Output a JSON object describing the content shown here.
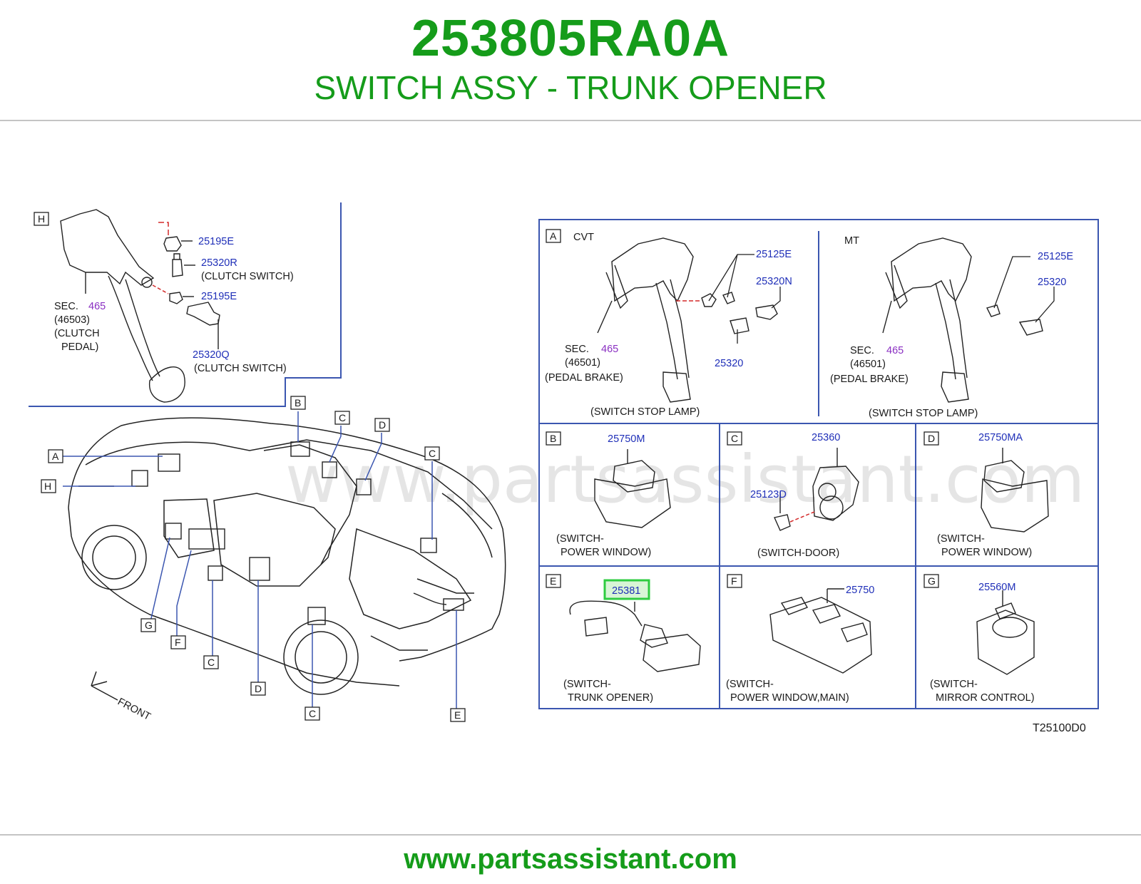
{
  "header": {
    "part_number": "253805RA0A",
    "part_name": "SWITCH ASSY - TRUNK OPENER"
  },
  "footer": {
    "url": "www.partsassistant.com"
  },
  "diagram": {
    "watermark": "www.partsassistant.com",
    "code": "T25100D0",
    "front": "FRONT",
    "colors": {
      "brand_green": "#159c1a",
      "frame_blue": "#3b56b0",
      "part_blue": "#1f2fb8",
      "section_purple": "#8a2fc2",
      "highlight": "#2ecc40",
      "leader_red": "#d42a2a"
    },
    "h": {
      "tag": "H",
      "p1": "25195E",
      "p2": "25320R",
      "p2_desc": "(CLUTCH   SWITCH)",
      "p3": "25195E",
      "p4": "25320Q",
      "p4_desc": "(CLUTCH   SWITCH)",
      "sec": "SEC.",
      "sec_num": "465",
      "sec_code": "(46503)",
      "sec_d1": "(CLUTCH",
      "sec_d2": "PEDAL)"
    },
    "car_tags": {
      "a": "A",
      "h": "H",
      "b": "B",
      "c1": "C",
      "d1": "D",
      "c2": "C",
      "g": "G",
      "f": "F",
      "c3": "C",
      "d2": "D",
      "c4": "C",
      "e": "E"
    },
    "a": {
      "tag": "A",
      "cvt": "CVT",
      "cvt_p1": "25125E",
      "cvt_p2": "25320N",
      "cvt_p3": "25320",
      "cvt_sec": "SEC.",
      "cvt_sec_num": "465",
      "cvt_sec_code": "(46501)",
      "cvt_sec_desc": "(PEDAL   BRAKE)",
      "cvt_desc": "(SWITCH   STOP   LAMP)",
      "mt": "MT",
      "mt_p1": "25125E",
      "mt_p2": "25320",
      "mt_sec": "SEC.",
      "mt_sec_num": "465",
      "mt_sec_code": "(46501)",
      "mt_sec_desc": "(PEDAL   BRAKE)",
      "mt_desc": "(SWITCH   STOP   LAMP)"
    },
    "b": {
      "tag": "B",
      "part": "25750M",
      "d1": "(SWITCH-",
      "d2": "POWER   WINDOW)"
    },
    "c": {
      "tag": "C",
      "part": "25360",
      "part2": "25123D",
      "desc": "(SWITCH-DOOR)"
    },
    "d": {
      "tag": "D",
      "part": "25750MA",
      "d1": "(SWITCH-",
      "d2": "POWER   WINDOW)"
    },
    "e": {
      "tag": "E",
      "part": "25381",
      "d1": "(SWITCH-",
      "d2": "TRUNK   OPENER)"
    },
    "f": {
      "tag": "F",
      "part": "25750",
      "d1": "(SWITCH-",
      "d2": "POWER   WINDOW,MAIN)"
    },
    "g": {
      "tag": "G",
      "part": "25560M",
      "d1": "(SWITCH-",
      "d2": "MIRROR   CONTROL)"
    }
  }
}
